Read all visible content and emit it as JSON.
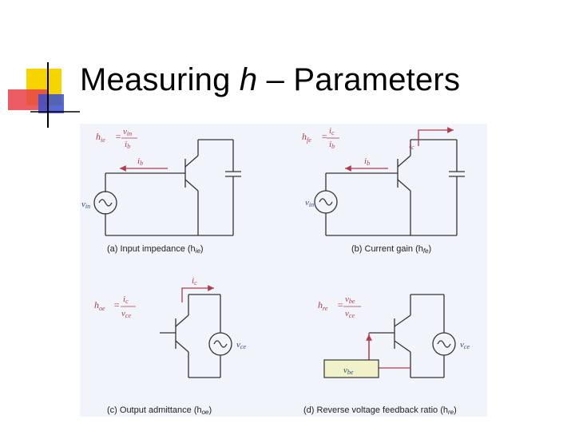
{
  "slide": {
    "title_prefix": "Measuring ",
    "title_h": "h",
    "title_dash": " – ",
    "title_suffix": "Parameters"
  },
  "panels": {
    "a": {
      "caption": "(a)  Input impedance (h",
      "caption_sub": "ie",
      "formula_lhs": "h",
      "formula_lhs_sub": "ie",
      "formula_num": "v",
      "formula_num_sub": "in",
      "formula_den": "i",
      "formula_den_sub": "b",
      "current_label": "i",
      "current_sub": "b",
      "source_label": "v",
      "source_sub": "in"
    },
    "b": {
      "caption": "(b)  Current gain (h",
      "caption_sub": "fe",
      "formula_lhs": "h",
      "formula_lhs_sub": "fe",
      "formula_num": "i",
      "formula_num_sub": "c",
      "formula_den": "i",
      "formula_den_sub": "b",
      "ic_label": "i",
      "ic_sub": "c",
      "ib_label": "i",
      "ib_sub": "b",
      "source_label": "v",
      "source_sub": "in"
    },
    "c": {
      "caption": "(c)  Output admittance (h",
      "caption_sub": "oe",
      "formula_lhs": "h",
      "formula_lhs_sub": "oe",
      "formula_num": "i",
      "formula_num_sub": "c",
      "formula_den": "v",
      "formula_den_sub": "ce",
      "ic_label": "i",
      "ic_sub": "c",
      "source_label": "v",
      "source_sub": "ce"
    },
    "d": {
      "caption": "(d)  Reverse voltage feedback ratio (h",
      "caption_sub": "re",
      "formula_lhs": "h",
      "formula_lhs_sub": "re",
      "formula_num": "v",
      "formula_num_sub": "be",
      "formula_den": "v",
      "formula_den_sub": "ce",
      "meter_label": "v",
      "meter_sub": "be",
      "source_label": "v",
      "source_sub": "ce"
    }
  },
  "colors": {
    "logo_yellow": "#f5d400",
    "logo_red": "#e8404a",
    "logo_blue": "#3a4fd0",
    "figure_bg": "#f1f4fa",
    "accent_red": "#b23a4a",
    "accent_blue": "#2a4a8a",
    "meter_fill": "#f1f2c9"
  }
}
